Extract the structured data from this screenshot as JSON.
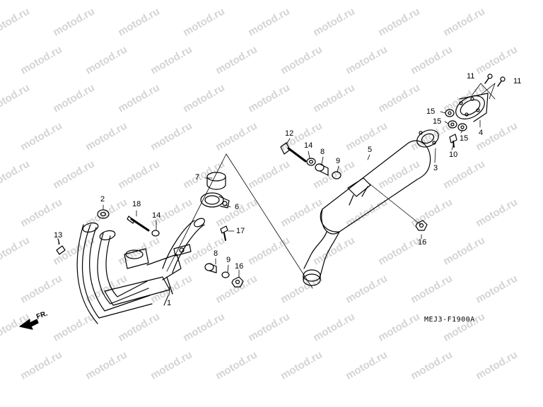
{
  "watermark": "motod.ru",
  "diagram_code": "MEJ3-F1900A",
  "direction_label": "FR.",
  "callouts": {
    "c1": "1",
    "c2": "2",
    "c3": "3",
    "c4": "4",
    "c5": "5",
    "c6": "6",
    "c7": "7",
    "c8a": "8",
    "c8b": "8",
    "c9a": "9",
    "c9b": "9",
    "c10": "10",
    "c11a": "11",
    "c11b": "11",
    "c12": "12",
    "c13": "13",
    "c14a": "14",
    "c14b": "14",
    "c15a": "15",
    "c15b": "15",
    "c15c": "15",
    "c16a": "16",
    "c16b": "16",
    "c17": "17",
    "c18": "18"
  }
}
